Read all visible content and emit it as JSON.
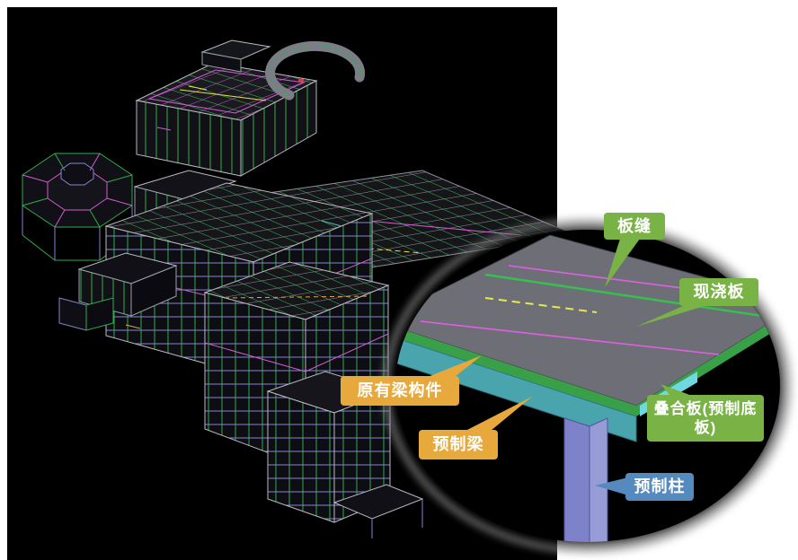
{
  "callouts": [
    {
      "id": "slab-seam",
      "label": "板缝",
      "color": "#79B346"
    },
    {
      "id": "cast-in-place-slab",
      "label": "现浇板",
      "color": "#79B346"
    },
    {
      "id": "existing-beam-member",
      "label": "原有梁构件",
      "color": "#E8A93C"
    },
    {
      "id": "precast-beam",
      "label": "预制梁",
      "color": "#E8A93C"
    },
    {
      "id": "composite-slab",
      "label": "叠合板(预制底板)",
      "color": "#79B346"
    },
    {
      "id": "precast-column",
      "label": "预制柱",
      "color": "#548ABD"
    }
  ],
  "detail_colors": {
    "slab_top": "#6E6E77",
    "slab_edge_beam": "#3AA048",
    "precast_beam": "#4AA4AE",
    "precast_column": "#7E82C8",
    "column_side": "#989CD6",
    "composite_plate_strip": "#6FD8E0",
    "seam_line": "#35C050",
    "rebar_line_magenta": "#E060E0",
    "axis_line_yellow": "#E8E850"
  },
  "model_colors": {
    "background": "#000000",
    "structure_green": "#2FAE4A",
    "structure_purple": "#8585D0",
    "structure_magenta": "#D45BD4",
    "structure_gray": "#B9B9C0",
    "accent_yellow": "#E6E63C"
  }
}
